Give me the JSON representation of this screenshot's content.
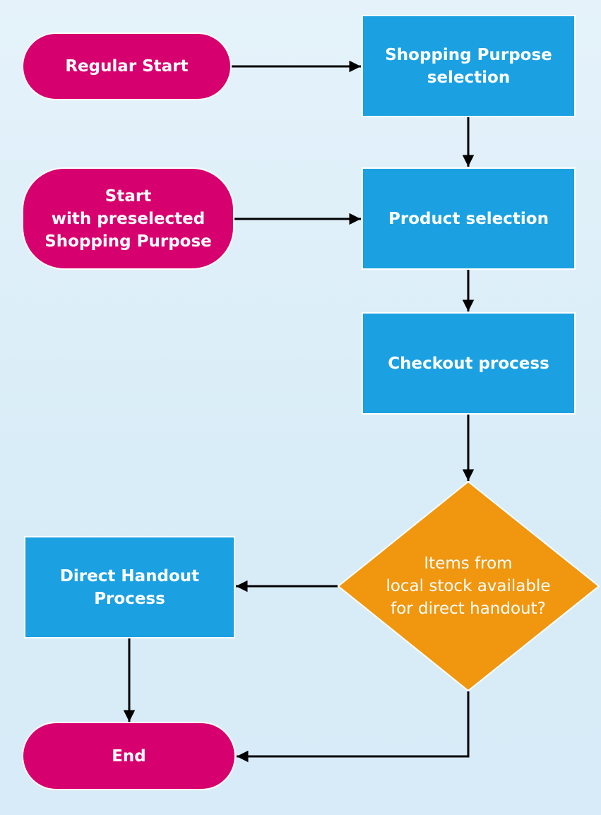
{
  "nodes": {
    "regular_start": "Regular Start",
    "preselected_start": "Start\nwith preselected\nShopping Purpose",
    "shopping_purpose": "Shopping Purpose\nselection",
    "product_selection": "Product selection",
    "checkout": "Checkout process",
    "decision": "Items from\nlocal stock available\nfor direct handout?",
    "direct_handout": "Direct Handout\nProcess",
    "end": "End"
  },
  "colors": {
    "terminal": "#d6006f",
    "process": "#1ba1e2",
    "decision": "#f0960f",
    "connector": "#000000"
  }
}
